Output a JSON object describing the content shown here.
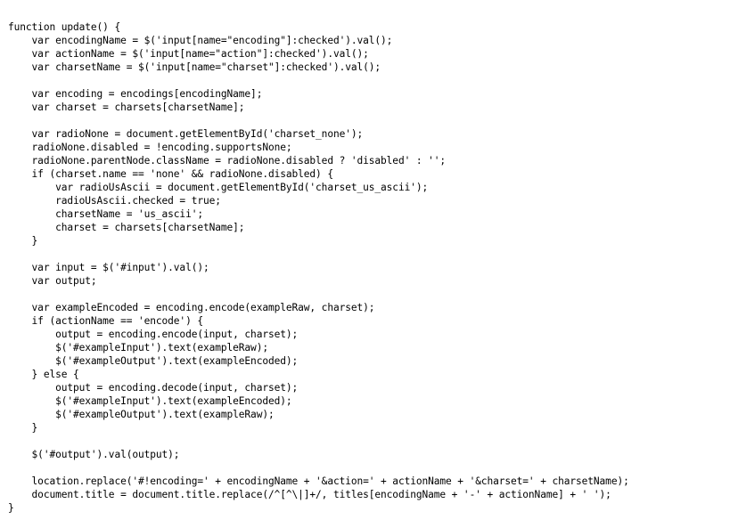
{
  "code": {
    "lines": [
      "function update() {",
      "    var encodingName = $('input[name=\"encoding\"]:checked').val();",
      "    var actionName = $('input[name=\"action\"]:checked').val();",
      "    var charsetName = $('input[name=\"charset\"]:checked').val();",
      "",
      "    var encoding = encodings[encodingName];",
      "    var charset = charsets[charsetName];",
      "",
      "    var radioNone = document.getElementById('charset_none');",
      "    radioNone.disabled = !encoding.supportsNone;",
      "    radioNone.parentNode.className = radioNone.disabled ? 'disabled' : '';",
      "    if (charset.name == 'none' && radioNone.disabled) {",
      "        var radioUsAscii = document.getElementById('charset_us_ascii');",
      "        radioUsAscii.checked = true;",
      "        charsetName = 'us_ascii';",
      "        charset = charsets[charsetName];",
      "    }",
      "",
      "    var input = $('#input').val();",
      "    var output;",
      "",
      "    var exampleEncoded = encoding.encode(exampleRaw, charset);",
      "    if (actionName == 'encode') {",
      "        output = encoding.encode(input, charset);",
      "        $('#exampleInput').text(exampleRaw);",
      "        $('#exampleOutput').text(exampleEncoded);",
      "    } else {",
      "        output = encoding.decode(input, charset);",
      "        $('#exampleInput').text(exampleEncoded);",
      "        $('#exampleOutput').text(exampleRaw);",
      "    }",
      "",
      "    $('#output').val(output);",
      "",
      "    location.replace('#!encoding=' + encodingName + '&action=' + actionName + '&charset=' + charsetName);",
      "    document.title = document.title.replace(/^[^\\|]+/, titles[encodingName + '-' + actionName] + ' ');",
      "}"
    ]
  }
}
